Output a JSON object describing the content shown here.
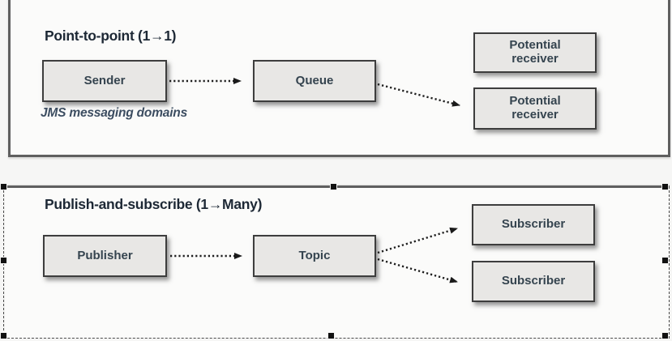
{
  "figure": {
    "caption": "JMS messaging domains",
    "sections": [
      {
        "id": "point-to-point",
        "title": "Point-to-point (1→1)",
        "nodes": [
          {
            "id": "sender",
            "label": "Sender"
          },
          {
            "id": "queue",
            "label": "Queue"
          },
          {
            "id": "receiver1",
            "label": "Potential receiver"
          },
          {
            "id": "receiver2",
            "label": "Potential receiver"
          }
        ],
        "connections": [
          {
            "from": "Sender",
            "to": "Queue",
            "style": "dotted-arrow"
          },
          {
            "from": "Queue",
            "to": "Potential receiver (bottom)",
            "style": "dotted-arrow"
          }
        ]
      },
      {
        "id": "publish-and-subscribe",
        "title": "Publish-and-subscribe (1→Many)",
        "nodes": [
          {
            "id": "publisher",
            "label": "Publisher"
          },
          {
            "id": "topic",
            "label": "Topic"
          },
          {
            "id": "subscriber1",
            "label": "Subscriber"
          },
          {
            "id": "subscriber2",
            "label": "Subscriber"
          }
        ],
        "connections": [
          {
            "from": "Publisher",
            "to": "Topic",
            "style": "dotted-arrow"
          },
          {
            "from": "Topic",
            "to": "Subscriber (top)",
            "style": "dotted-arrow"
          },
          {
            "from": "Topic",
            "to": "Subscriber (bottom)",
            "style": "dotted-arrow"
          }
        ],
        "selected": true
      }
    ],
    "colors": {
      "box_fill": "#e8e7e5",
      "box_border": "#3d3d3d",
      "box_text": "#35444f",
      "heading_text": "#1d2835",
      "panel_border": "#5f5f5f",
      "arrow": "#1e1e1e",
      "selection_handle": "#111111",
      "background": "#f6f6f5"
    }
  }
}
